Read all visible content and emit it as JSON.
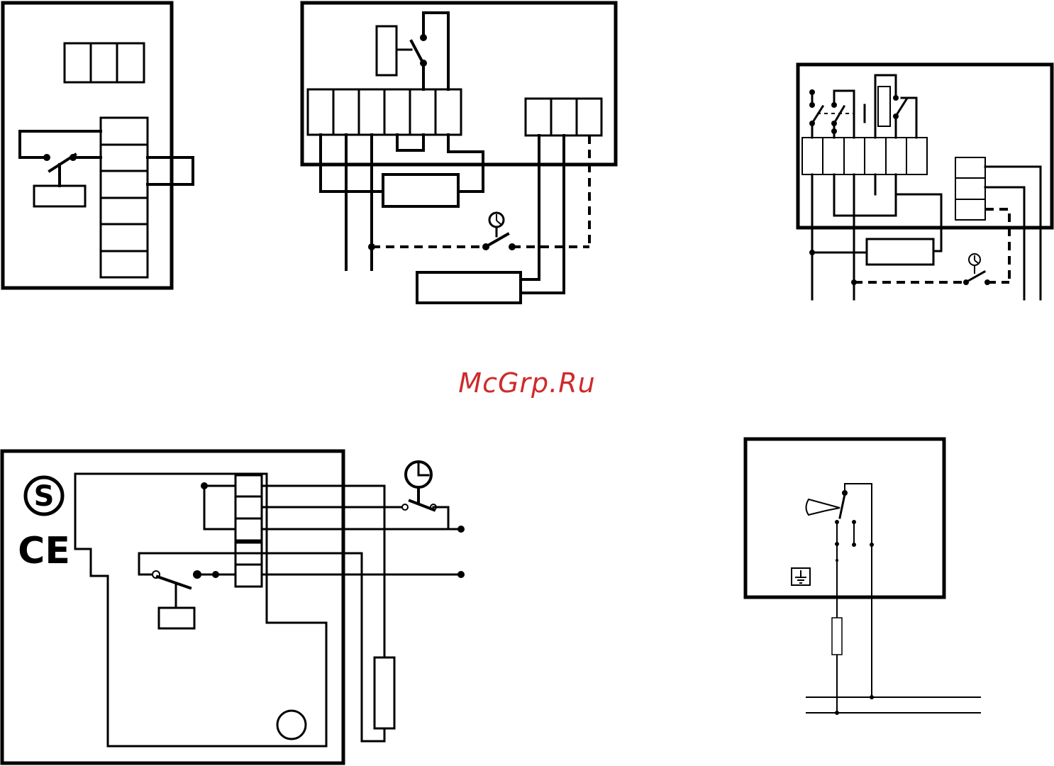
{
  "watermark": {
    "text": "McGrp.Ru",
    "color": "#cf2a2a"
  },
  "logos": {
    "s_mark": "S",
    "ce_mark": "CE"
  },
  "icons": [
    "timer-clock-icon",
    "earth-ground-icon",
    "manual-switch-icon"
  ]
}
